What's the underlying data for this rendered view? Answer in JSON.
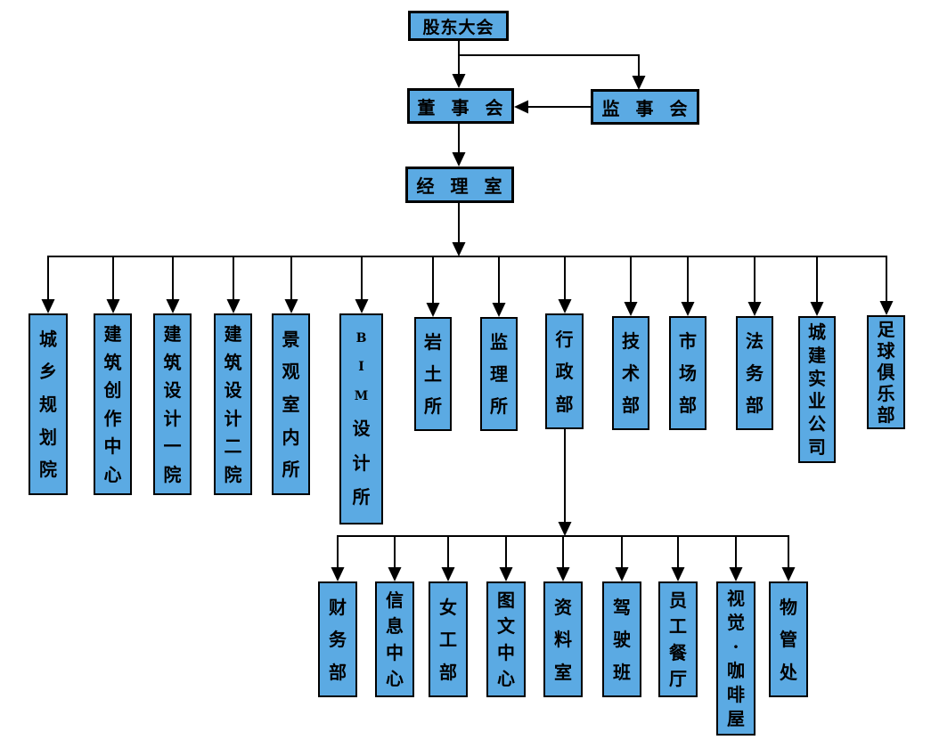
{
  "colors": {
    "box_fill": "#5BAAE3",
    "box_border": "#000000",
    "line": "#000000",
    "text": "#000000"
  },
  "top": {
    "shareholders": "股东大会",
    "board": "董 事 会",
    "supervisory": "监 事 会",
    "managers": "经 理 室"
  },
  "tier2": [
    "城乡规划院",
    "建筑创作中心",
    "建筑设计一院",
    "建筑设计二院",
    "景观室内所",
    "BIM设计所",
    "岩土所",
    "监理所",
    "行政部",
    "技术部",
    "市场部",
    "法务部",
    "城建实业公司",
    "足球俱乐部"
  ],
  "tier3": [
    "财务部",
    "信息中心",
    "女工部",
    "图文中心",
    "资料室",
    "驾驶班",
    "员工餐厅",
    "视觉·咖啡屋",
    "物管处"
  ],
  "edges": [
    [
      "股东大会",
      "董事会"
    ],
    [
      "股东大会",
      "监事会"
    ],
    [
      "监事会",
      "董事会"
    ],
    [
      "董事会",
      "经理室"
    ],
    [
      "经理室",
      "城乡规划院"
    ],
    [
      "经理室",
      "建筑创作中心"
    ],
    [
      "经理室",
      "建筑设计一院"
    ],
    [
      "经理室",
      "建筑设计二院"
    ],
    [
      "经理室",
      "景观室内所"
    ],
    [
      "经理室",
      "BIM设计所"
    ],
    [
      "经理室",
      "岩土所"
    ],
    [
      "经理室",
      "监理所"
    ],
    [
      "经理室",
      "行政部"
    ],
    [
      "经理室",
      "技术部"
    ],
    [
      "经理室",
      "市场部"
    ],
    [
      "经理室",
      "法务部"
    ],
    [
      "经理室",
      "城建实业公司"
    ],
    [
      "经理室",
      "足球俱乐部"
    ],
    [
      "行政部",
      "财务部"
    ],
    [
      "行政部",
      "信息中心"
    ],
    [
      "行政部",
      "女工部"
    ],
    [
      "行政部",
      "图文中心"
    ],
    [
      "行政部",
      "资料室"
    ],
    [
      "行政部",
      "驾驶班"
    ],
    [
      "行政部",
      "员工餐厅"
    ],
    [
      "行政部",
      "视觉·咖啡屋"
    ],
    [
      "行政部",
      "物管处"
    ]
  ]
}
